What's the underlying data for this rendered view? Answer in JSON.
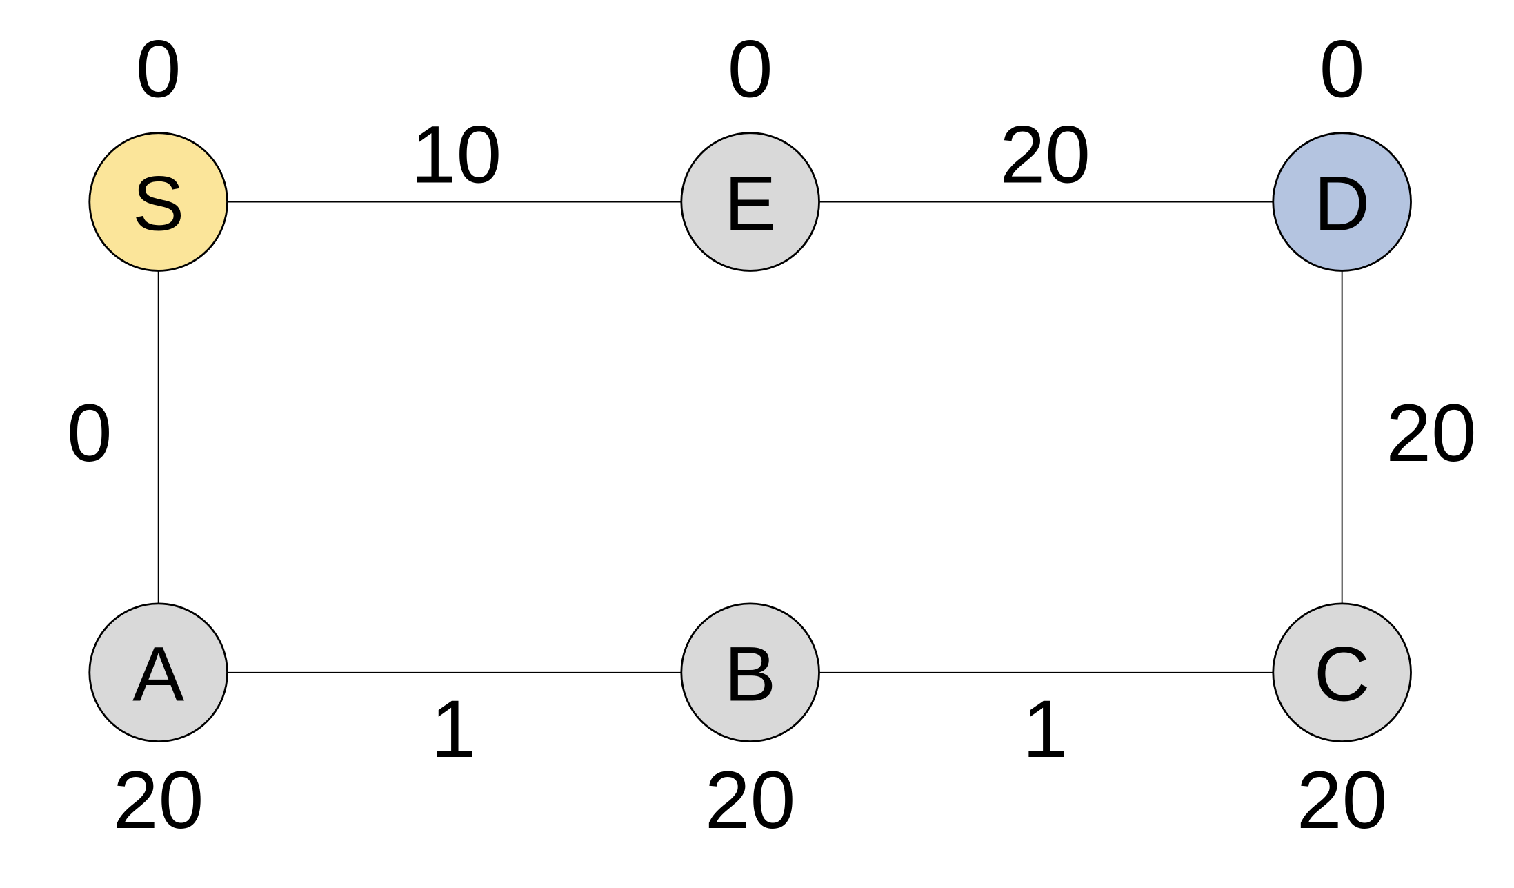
{
  "nodes": [
    {
      "id": "S",
      "label": "S",
      "value": "0",
      "color": "#FBE59A"
    },
    {
      "id": "E",
      "label": "E",
      "value": "0",
      "color": "#D9D9D9"
    },
    {
      "id": "D",
      "label": "D",
      "value": "0",
      "color": "#B4C4E0"
    },
    {
      "id": "A",
      "label": "A",
      "value": "20",
      "color": "#D9D9D9"
    },
    {
      "id": "B",
      "label": "B",
      "value": "20",
      "color": "#D9D9D9"
    },
    {
      "id": "C",
      "label": "C",
      "value": "20",
      "color": "#D9D9D9"
    }
  ],
  "edges": [
    {
      "from": "S",
      "to": "E",
      "weight": "10"
    },
    {
      "from": "E",
      "to": "D",
      "weight": "20"
    },
    {
      "from": "S",
      "to": "A",
      "weight": "0"
    },
    {
      "from": "D",
      "to": "C",
      "weight": "20"
    },
    {
      "from": "A",
      "to": "B",
      "weight": "1"
    },
    {
      "from": "B",
      "to": "C",
      "weight": "1"
    }
  ]
}
